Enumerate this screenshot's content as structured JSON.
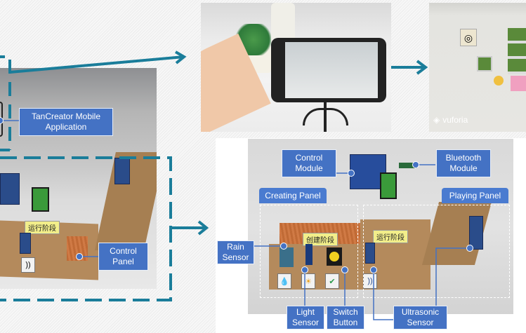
{
  "labels": {
    "mobile_app": "TanCreator Mobile\nApplication",
    "control_panel": "Control\nPanel",
    "control_module": "Control\nModule",
    "bluetooth_module": "Bluetooth\nModule",
    "creating_panel": "Creating Panel",
    "playing_panel": "Playing Panel",
    "rain_sensor": "Rain\nSensor",
    "light_sensor": "Light\nSensor",
    "switch_button": "Switch\nButton",
    "ultrasonic_sensor": "Ultrasonic\nSensor"
  },
  "photo_text": {
    "running_stage": "运行阶段",
    "creating_stage": "创建阶段",
    "vuforia": "vuforia"
  },
  "colors": {
    "label_blue": "#4472c4",
    "arrow_teal": "#1a7d9a"
  }
}
